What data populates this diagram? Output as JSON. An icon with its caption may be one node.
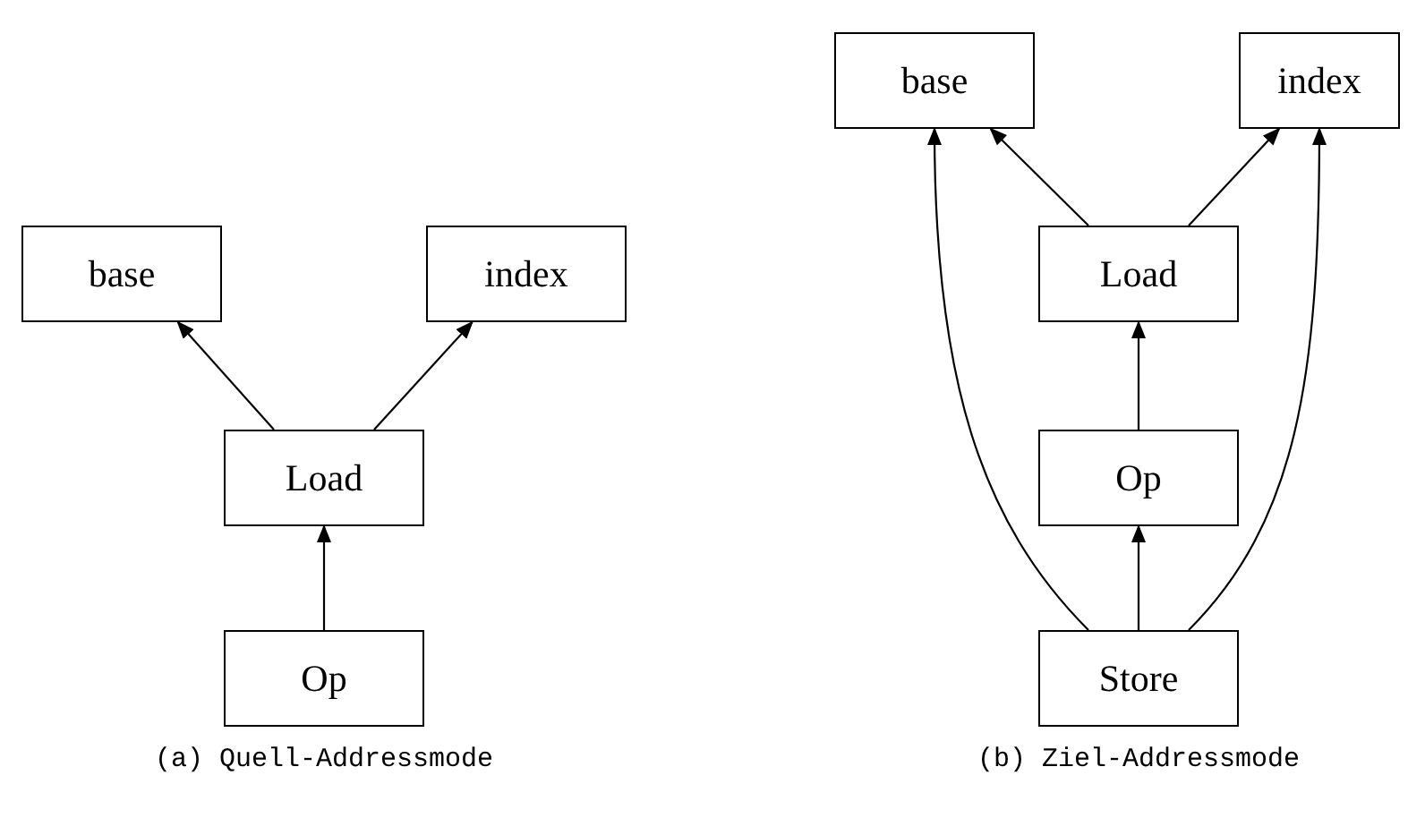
{
  "diagram": {
    "nodes": [
      {
        "text": [
          "base"
        ]
      },
      {
        "text": [
          "index"
        ]
      },
      {
        "text": [
          "Load"
        ]
      },
      {
        "text": [
          "Op"
        ]
      },
      {
        "text": [
          "base"
        ]
      },
      {
        "text": [
          "index"
        ]
      },
      {
        "text": [
          "Load"
        ]
      },
      {
        "text": [
          "Op"
        ]
      },
      {
        "text": [
          "Store"
        ]
      }
    ],
    "edges": [
      {
        "from": 2,
        "to": 0,
        "arrow": "to"
      },
      {
        "from": 2,
        "to": 1,
        "arrow": "to"
      },
      {
        "from": 3,
        "to": 2,
        "arrow": "to"
      },
      {
        "from": 6,
        "to": 4,
        "arrow": "to"
      },
      {
        "from": 6,
        "to": 5,
        "arrow": "to"
      },
      {
        "from": 7,
        "to": 6,
        "arrow": "to"
      },
      {
        "from": 8,
        "to": 7,
        "arrow": "to"
      },
      {
        "from": 8,
        "to": 4,
        "arrow": "to"
      },
      {
        "from": 8,
        "to": 5,
        "arrow": "to"
      }
    ],
    "labels": [
      "(a) Quell-Addressmode",
      "(b) Ziel-Addressmode"
    ]
  }
}
